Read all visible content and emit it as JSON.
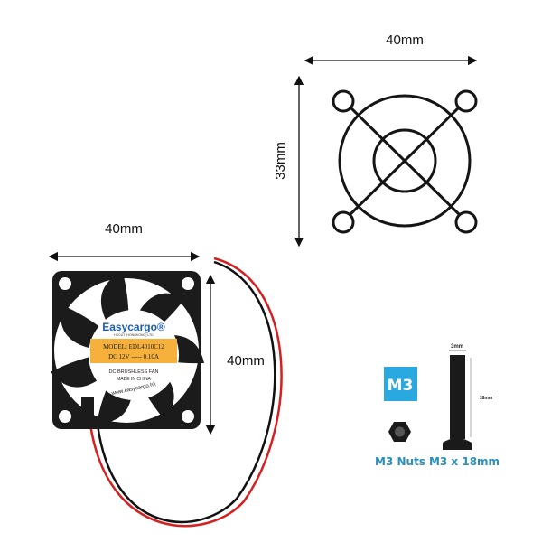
{
  "dimensions": {
    "guard_width": "40mm",
    "guard_height": "33mm",
    "fan_width": "40mm",
    "fan_height": "40mm",
    "screw_diameter": "3mm",
    "screw_length": "18mm"
  },
  "fan_label": {
    "brand": "Easycargo®",
    "company": "HKCUT (HONGKONG) LTD",
    "model": "MODEL: EDL4010C12",
    "rating": "DC 12V ----- 0.10A",
    "type": "DC BRUSHLESS FAN",
    "origin": "MADE IN CHINA",
    "website": "www.easycargo.hk"
  },
  "hardware": {
    "badge": "M3",
    "nut_label": "M3 Nuts",
    "screw_label": "M3 x 18mm"
  },
  "colors": {
    "badge": "#29a9df",
    "label_text": "#2b8fb9",
    "label_band": "#f5b13c",
    "wire_red": "#d42020",
    "fan_body": "#1b1b1b"
  }
}
